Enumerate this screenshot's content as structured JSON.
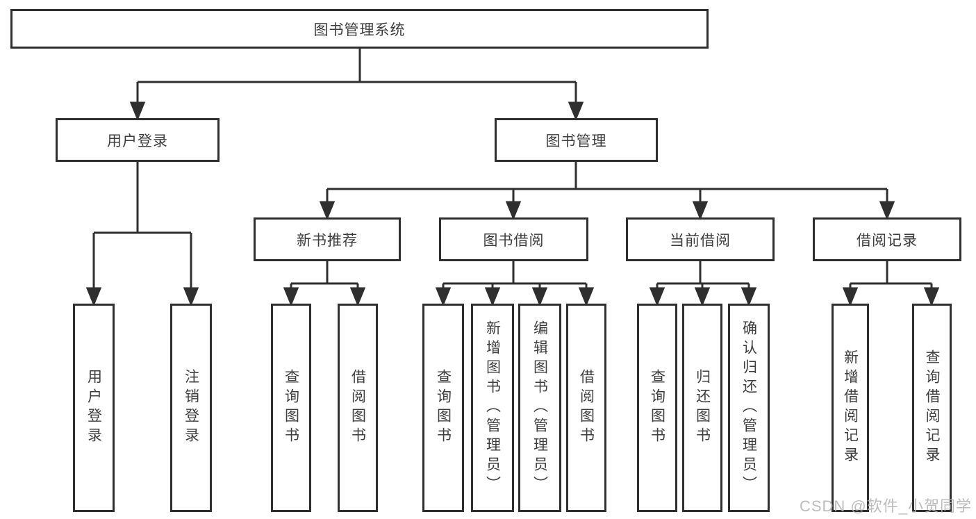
{
  "tree": {
    "root": {
      "label": "图书管理系统"
    },
    "branches": [
      {
        "label": "用户登录",
        "leaves": [
          {
            "label": "用户登录"
          },
          {
            "label": "注销登录"
          }
        ]
      },
      {
        "label": "图书管理",
        "groups": [
          {
            "label": "新书推荐",
            "leaves": [
              {
                "label": "查询图书"
              },
              {
                "label": "借阅图书"
              }
            ]
          },
          {
            "label": "图书借阅",
            "leaves": [
              {
                "label": "查询图书"
              },
              {
                "label": "新增图书（管理员）"
              },
              {
                "label": "编辑图书（管理员）"
              },
              {
                "label": "借阅图书"
              }
            ]
          },
          {
            "label": "当前借阅",
            "leaves": [
              {
                "label": "查询图书"
              },
              {
                "label": "归还图书"
              },
              {
                "label": "确认归还（管理员）"
              }
            ]
          },
          {
            "label": "借阅记录",
            "leaves": [
              {
                "label": "新增借阅记录"
              },
              {
                "label": "查询借阅记录"
              }
            ]
          }
        ]
      }
    ]
  },
  "watermark": {
    "text": "CSDN @软件_小贺同学"
  },
  "colors": {
    "line": "#2f2f2f",
    "box_border": "#2f2f2f",
    "box_fill": "#ffffff",
    "text": "#3d3d3d",
    "watermark": "#b5b5b5"
  }
}
